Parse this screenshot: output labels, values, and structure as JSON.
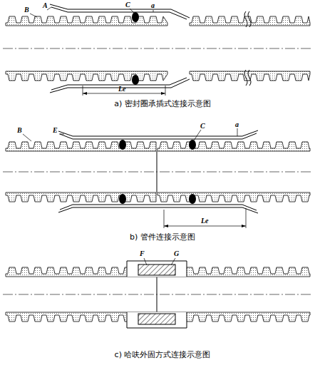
{
  "diagram": {
    "labels": [
      "B",
      "A",
      "C",
      "a",
      "Le",
      "a)  密封圈承插式连接示意图",
      "B",
      "E",
      "C",
      "a",
      "Le",
      "b)  管件连接示意图",
      "F",
      "G",
      "c)  哈呋外固方式连接示意图"
    ]
  }
}
